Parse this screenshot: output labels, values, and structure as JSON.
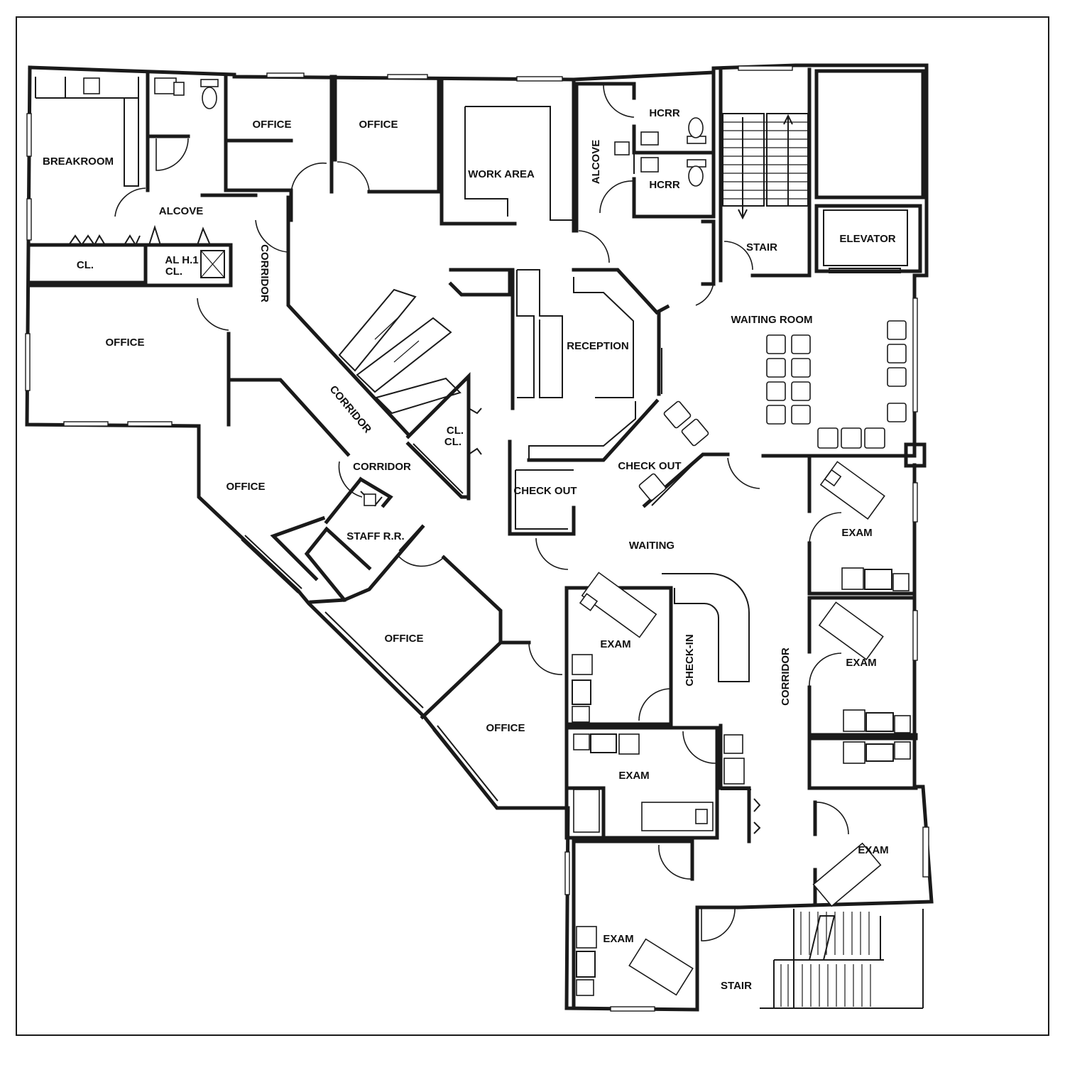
{
  "labels": {
    "breakroom": "BREAKROOM",
    "alcove_left": "ALCOVE",
    "cl_left": "CL.",
    "al_h1": "AL H.1",
    "al_h1_cl": "CL.",
    "office_top_1": "OFFICE",
    "office_top_2": "OFFICE",
    "work_area": "WORK AREA",
    "alcove_right": "ALCOVE",
    "hcrr_1": "HCRR",
    "hcrr_2": "HCRR",
    "stair_top": "STAIR",
    "elevator": "ELEVATOR",
    "office_left": "OFFICE",
    "corridor_vertical": "CORRIDOR",
    "corridor_diagonal": "CORRIDOR",
    "corridor_mid": "CORRIDOR",
    "reception": "RECEPTION",
    "waiting_room": "WAITING ROOM",
    "cl_mid_1": "CL.",
    "cl_mid_2": "CL.",
    "check_out_1": "CHECK OUT",
    "check_out_2": "CHECK OUT",
    "office_sw": "OFFICE",
    "staff_rr": "STAFF R.R.",
    "waiting": "WAITING",
    "office_center": "OFFICE",
    "office_south": "OFFICE",
    "exam_right_1": "EXAM",
    "exam_mid_1": "EXAM",
    "check_in": "CHECK-IN",
    "corridor_right": "CORRIDOR",
    "exam_right_2": "EXAM",
    "exam_mid_2": "EXAM",
    "exam_right_3": "EXAM",
    "exam_bottom": "EXAM",
    "stair_bottom": "STAIR"
  }
}
